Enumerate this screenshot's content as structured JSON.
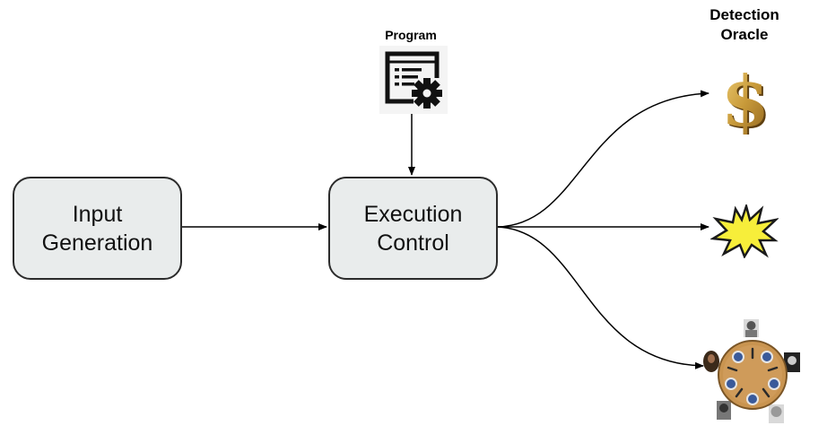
{
  "diagram": {
    "input_box": {
      "line1": "Input",
      "line2": "Generation"
    },
    "exec_box": {
      "line1": "Execution",
      "line2": "Control"
    },
    "program_label": "Program",
    "oracle_title": {
      "line1": "Detection",
      "line2": "Oracle"
    },
    "icons": {
      "program": "program-settings-icon",
      "oracle_1": "dollar-sign-icon",
      "oracle_2": "crash-explosion-icon",
      "oracle_3": "dining-philosophers-icon"
    },
    "colors": {
      "box_fill": "#e9ecec",
      "box_stroke": "#2b2b2b",
      "dollar_gold": "#c89a3a",
      "burst_yellow": "#f7ee3a",
      "table_wood": "#c99450",
      "plate_blue": "#3a5a9a"
    }
  }
}
